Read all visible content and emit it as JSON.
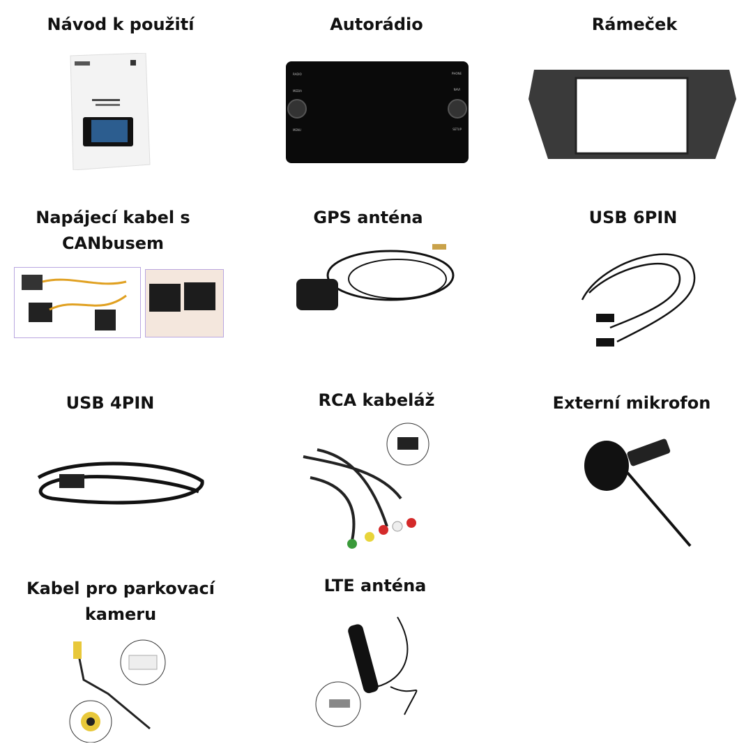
{
  "items": [
    {
      "title": "Návod k použití"
    },
    {
      "title": "Autorádio",
      "buttons": [
        "RADIO",
        "MEDIA",
        "MENU",
        "PHONE",
        "NAVI",
        "SETUP"
      ]
    },
    {
      "title": "Rámeček"
    },
    {
      "title": "Napájecí kabel s CANbusem"
    },
    {
      "title": "GPS anténa"
    },
    {
      "title": "USB 6PIN"
    },
    {
      "title": "USB 4PIN"
    },
    {
      "title": "RCA kabeláž"
    },
    {
      "title": "Externí mikrofon"
    },
    {
      "title": "Kabel pro parkovací kameru"
    },
    {
      "title": "LTE anténa"
    }
  ]
}
